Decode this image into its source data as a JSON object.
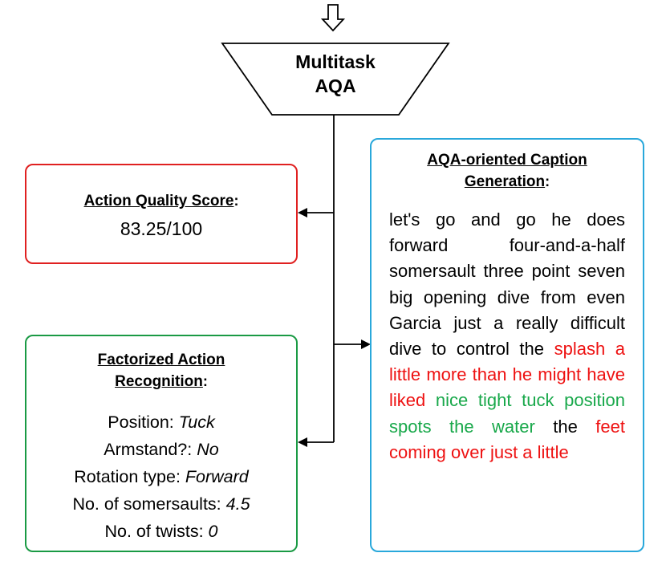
{
  "colors": {
    "score_border": "#e02020",
    "recognition_border": "#1a9a44",
    "caption_border": "#29a8db",
    "caption_red": "#ee1111",
    "caption_green": "#18a84a"
  },
  "multitask": {
    "line1": "Multitask",
    "line2": "AQA"
  },
  "score_box": {
    "title": "Action Quality Score",
    "colon": ":",
    "value": "83.25/100"
  },
  "recognition_box": {
    "title_line1": "Factorized Action",
    "title_line2": "Recognition",
    "colon": ":",
    "items": [
      {
        "label": "Position: ",
        "value": "Tuck"
      },
      {
        "label": "Armstand?: ",
        "value": "No"
      },
      {
        "label": "Rotation type: ",
        "value": "Forward"
      },
      {
        "label": "No. of somersaults: ",
        "value": "4.5"
      },
      {
        "label": "No. of twists: ",
        "value": "0"
      }
    ]
  },
  "caption_box": {
    "title_line1": "AQA-oriented Caption",
    "title_line2": "Generation",
    "colon": ":",
    "segments": [
      {
        "text": "let's go and go he does forward four-and-a-half somersault three point seven big opening dive from even Garcia just a really difficult dive to control the ",
        "tone": "black"
      },
      {
        "text": "splash a little more than he might have liked ",
        "tone": "red"
      },
      {
        "text": "nice tight tuck position spots the water ",
        "tone": "green"
      },
      {
        "text": "the ",
        "tone": "black"
      },
      {
        "text": "feet coming over just a little",
        "tone": "red"
      }
    ]
  }
}
